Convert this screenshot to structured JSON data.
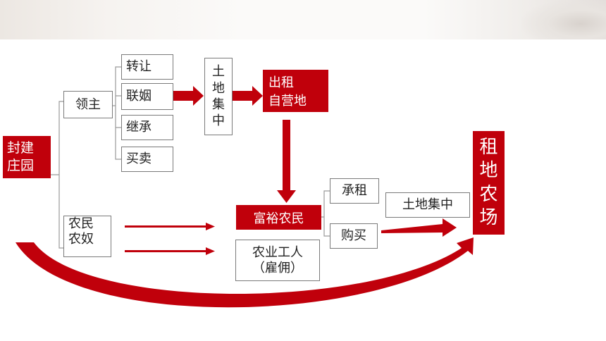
{
  "nodes": {
    "manor": "封建庄园",
    "lord": "领主",
    "transfer": "转让",
    "marriage": "联姻",
    "inherit": "继承",
    "trade": "买卖",
    "land_concentration_vertical": "土地集中",
    "lease_self_operated_line1": "出租",
    "lease_self_operated_line2": "自营地",
    "peasant_line1": "农民",
    "peasant_line2": "农奴",
    "rich_peasant": "富裕农民",
    "rent": "承租",
    "purchase": "购买",
    "land_concentration": "土地集中",
    "farm_laborer_line1": "农业工人",
    "farm_laborer_line2": "（雇佣）",
    "lease_farm": "租地农场"
  },
  "colors": {
    "accent_red": "#c0000b",
    "box_border": "#7a7a7a",
    "connector": "#9a9a9a"
  }
}
